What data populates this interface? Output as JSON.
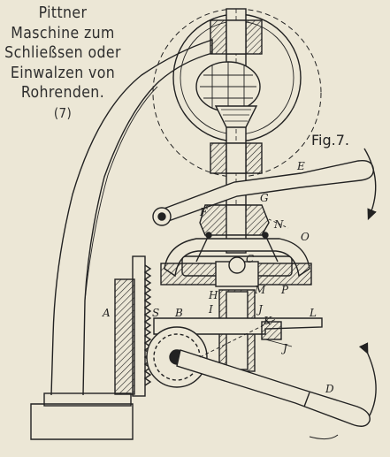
{
  "caption": {
    "lines": [
      "Pittner",
      "Maschine zum",
      "Schließsen oder",
      "Einwalzen von",
      "Rohrenden."
    ],
    "number": "(7)"
  },
  "figure_label": "Fig.7.",
  "part_labels": {
    "A": "A",
    "B": "B",
    "C": "C",
    "D": "D",
    "E": "E",
    "F": "F",
    "G": "G",
    "H": "H",
    "I": "I",
    "J": "J",
    "K": "K",
    "L": "L",
    "M": "M",
    "N": "N",
    "O": "O",
    "P": "P",
    "S": "S"
  },
  "colors": {
    "paper": "#ece7d6",
    "ink": "#222222"
  }
}
